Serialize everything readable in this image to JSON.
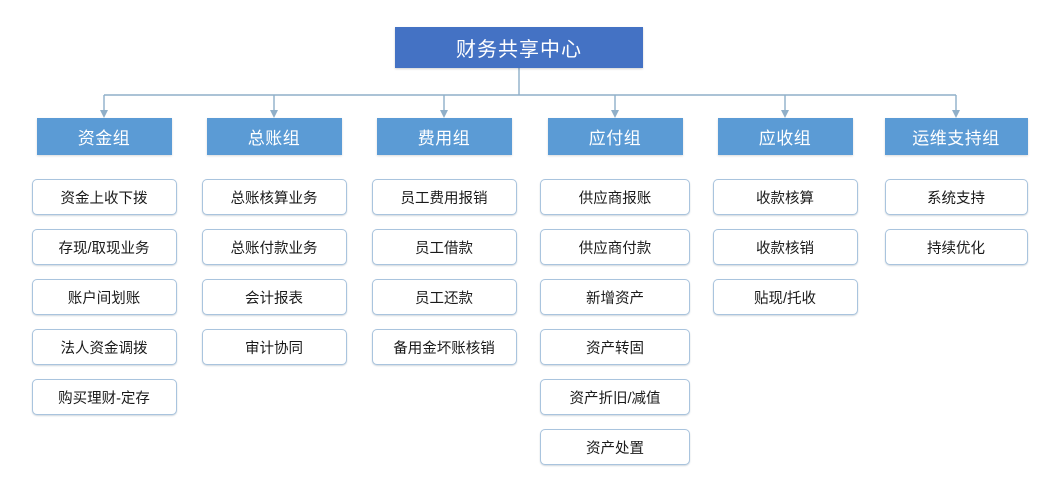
{
  "diagram": {
    "type": "organization-chart",
    "root": {
      "label": "财务共享中心",
      "color": "#4472C4"
    },
    "header_color": "#5B9BD5",
    "leaf_border_color": "#A9C4DE",
    "connector_color": "#8FAFC9",
    "background": "#FFFFFF",
    "groups": [
      {
        "label": "资金组",
        "items": [
          {
            "label": "资金上收下拨"
          },
          {
            "label": "存现/取现业务"
          },
          {
            "label": "账户间划账"
          },
          {
            "label": "法人资金调拨"
          },
          {
            "label": "购买理财-定存"
          }
        ]
      },
      {
        "label": "总账组",
        "items": [
          {
            "label": "总账核算业务"
          },
          {
            "label": "总账付款业务"
          },
          {
            "label": "会计报表"
          },
          {
            "label": "审计协同"
          }
        ]
      },
      {
        "label": "费用组",
        "items": [
          {
            "label": "员工费用报销"
          },
          {
            "label": "员工借款"
          },
          {
            "label": "员工还款"
          },
          {
            "label": "备用金坏账核销"
          }
        ]
      },
      {
        "label": "应付组",
        "items": [
          {
            "label": "供应商报账"
          },
          {
            "label": "供应商付款"
          },
          {
            "label": "新增资产"
          },
          {
            "label": "资产转固"
          },
          {
            "label": "资产折旧/减值"
          },
          {
            "label": "资产处置"
          }
        ]
      },
      {
        "label": "应收组",
        "items": [
          {
            "label": "收款核算"
          },
          {
            "label": "收款核销"
          },
          {
            "label": "贴现/托收"
          }
        ]
      },
      {
        "label": "运维支持组",
        "items": [
          {
            "label": "系统支持"
          },
          {
            "label": "持续优化"
          }
        ]
      }
    ]
  }
}
